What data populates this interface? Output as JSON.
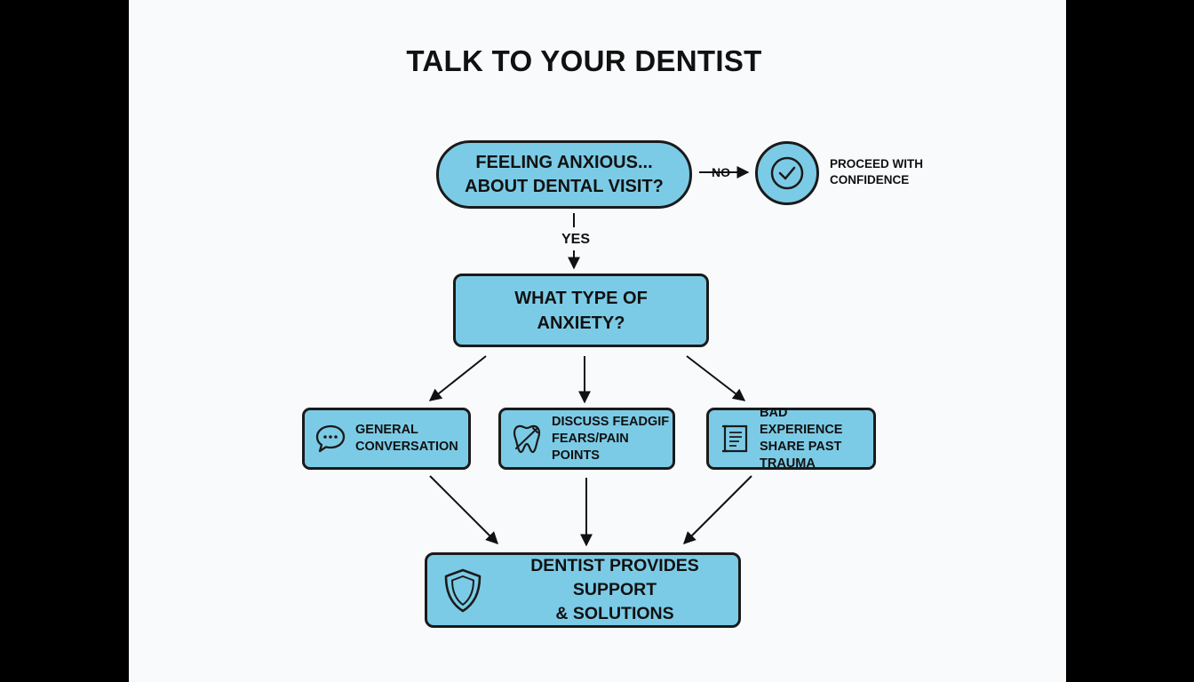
{
  "title": "TALK TO YOUR DENTIST",
  "nodes": {
    "start": "FEELING ANXIOUS...\nABOUT DENTAL VISIT?",
    "type": "WHAT TYPE OF\nANXIETY?",
    "general": "GENERAL\nCONVERSATION",
    "discuss": "DISCUSS FEADGIF\nFEARS/PAIN POINTS",
    "bad": "BAD EXPERIENCE\nSHARE PAST TRAUMA",
    "support": "DENTIST PROVIDES SUPPORT\n& SOLUTIONS",
    "proceed": "PROCEED WITH\nCONFIDENCE"
  },
  "edge_labels": {
    "yes": "YES",
    "no": "NO"
  },
  "icons": {
    "general": "speech-bubble-icon",
    "discuss": "tooth-icon",
    "bad": "document-scroll-icon",
    "support": "shield-icon",
    "proceed": "checkmark-circle-icon"
  },
  "colors": {
    "node_fill": "#7ccbe6",
    "stroke": "#1a1a1a",
    "background": "#f8fafb"
  }
}
